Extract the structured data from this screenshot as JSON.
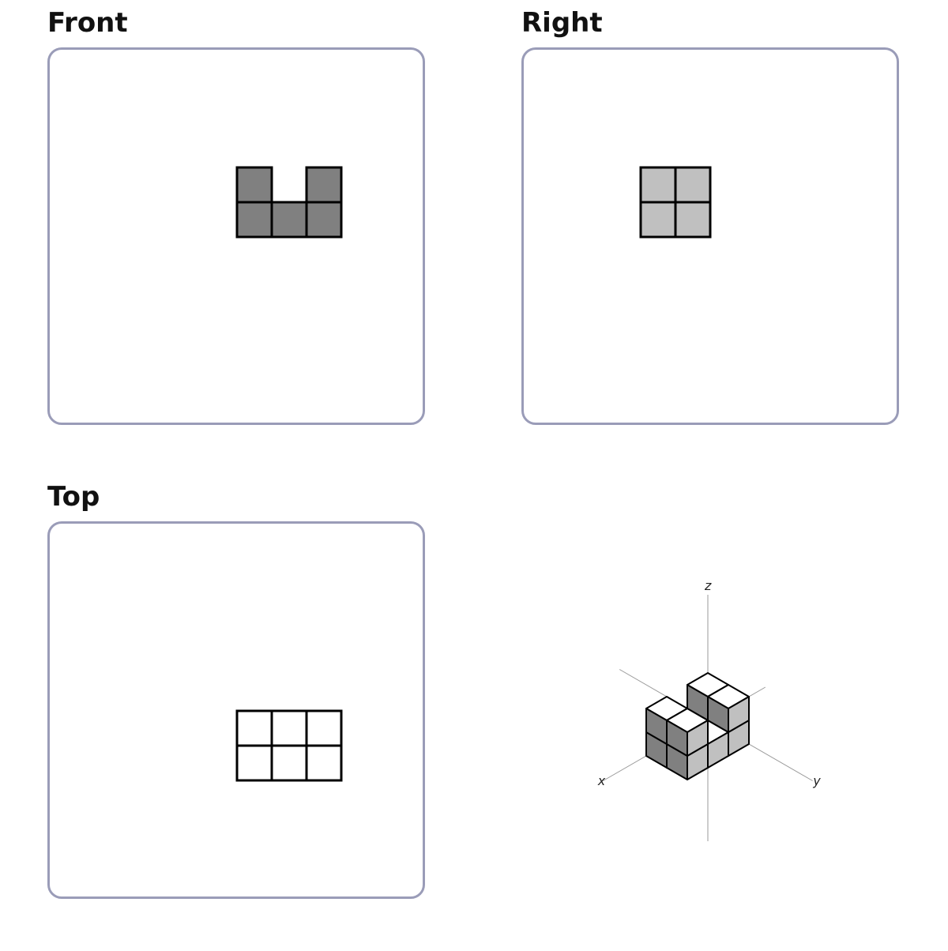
{
  "views": {
    "front": {
      "title": "Front",
      "cells": [
        [
          0,
          0
        ],
        [
          1,
          0
        ],
        [
          2,
          0
        ],
        [
          0,
          1
        ],
        [
          2,
          1
        ]
      ],
      "fill": "#808080"
    },
    "right": {
      "title": "Right",
      "cells": [
        [
          0,
          0
        ],
        [
          1,
          0
        ],
        [
          0,
          1
        ],
        [
          1,
          1
        ]
      ],
      "fill": "#c0c0c0"
    },
    "top": {
      "title": "Top",
      "cells": [
        [
          0,
          0
        ],
        [
          1,
          0
        ],
        [
          2,
          0
        ],
        [
          0,
          1
        ],
        [
          1,
          1
        ],
        [
          2,
          1
        ]
      ],
      "fill": "#ffffff"
    }
  },
  "isometric": {
    "axes": {
      "x_label": "x",
      "y_label": "y",
      "z_label": "z"
    },
    "cubes": [
      [
        0,
        0,
        0
      ],
      [
        0,
        1,
        0
      ],
      [
        1,
        0,
        0
      ],
      [
        1,
        1,
        0
      ],
      [
        2,
        0,
        0
      ],
      [
        2,
        1,
        0
      ],
      [
        0,
        0,
        1
      ],
      [
        0,
        1,
        1
      ],
      [
        2,
        0,
        1
      ],
      [
        2,
        1,
        1
      ]
    ],
    "face_colors": {
      "top": "#ffffff",
      "front": "#808080",
      "side": "#c0c0c0"
    }
  },
  "colors": {
    "panel_border": "#9a9cb8",
    "edge": "#000000",
    "axis_line": "#999999"
  }
}
